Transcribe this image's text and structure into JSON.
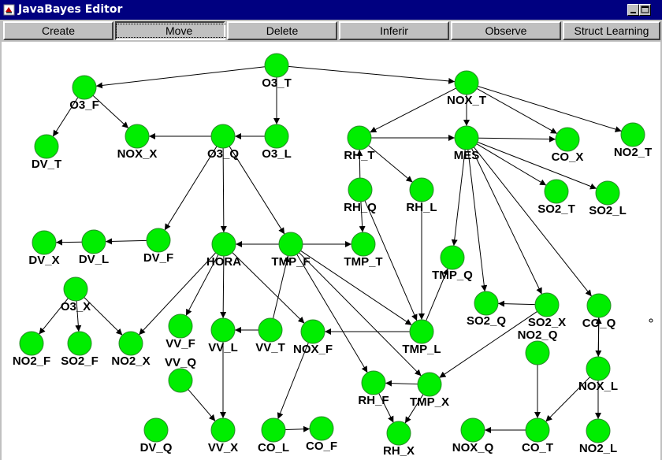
{
  "window": {
    "title": "JavaBayes Editor",
    "controls": [
      "minimize",
      "maximize"
    ]
  },
  "toolbar": {
    "buttons": [
      {
        "id": "create",
        "label": "Create",
        "active": false
      },
      {
        "id": "move",
        "label": "Move",
        "active": true
      },
      {
        "id": "delete",
        "label": "Delete",
        "active": false
      },
      {
        "id": "inferir",
        "label": "Inferir",
        "active": false
      },
      {
        "id": "observe",
        "label": "Observe",
        "active": false
      },
      {
        "id": "struct",
        "label": "Struct Learning",
        "active": false
      }
    ]
  },
  "colors": {
    "node": "#00ee00",
    "title_bar": "#000080",
    "panel": "#c0c0c0"
  },
  "network": {
    "nodes": [
      {
        "id": "O3_T",
        "label": "O3_T"
      },
      {
        "id": "O3_F",
        "label": "O3_F"
      },
      {
        "id": "NOX_T",
        "label": "NOX_T"
      },
      {
        "id": "DV_T",
        "label": "DV_T"
      },
      {
        "id": "NOX_X",
        "label": "NOX_X"
      },
      {
        "id": "O3_Q",
        "label": "O3_Q"
      },
      {
        "id": "O3_L",
        "label": "O3_L"
      },
      {
        "id": "RH_T",
        "label": "RH_T"
      },
      {
        "id": "MES",
        "label": "MES"
      },
      {
        "id": "CO_X",
        "label": "CO_X"
      },
      {
        "id": "NO2_T",
        "label": "NO2_T"
      },
      {
        "id": "RH_Q",
        "label": "RH_Q"
      },
      {
        "id": "RH_L",
        "label": "RH_L"
      },
      {
        "id": "SO2_T",
        "label": "SO2_T"
      },
      {
        "id": "SO2_L",
        "label": "SO2_L"
      },
      {
        "id": "DV_X",
        "label": "DV_X"
      },
      {
        "id": "DV_L",
        "label": "DV_L"
      },
      {
        "id": "DV_F",
        "label": "DV_F"
      },
      {
        "id": "HORA",
        "label": "HORA"
      },
      {
        "id": "TMP_F",
        "label": "TMP_F"
      },
      {
        "id": "TMP_T",
        "label": "TMP_T"
      },
      {
        "id": "TMP_Q",
        "label": "TMP_Q"
      },
      {
        "id": "O3_X",
        "label": "O3_X"
      },
      {
        "id": "SO2_Q",
        "label": "SO2_Q"
      },
      {
        "id": "SO2_X",
        "label": "SO2_X"
      },
      {
        "id": "CO_Q",
        "label": "CO_Q"
      },
      {
        "id": "NO2_F",
        "label": "NO2_F"
      },
      {
        "id": "SO2_F",
        "label": "SO2_F"
      },
      {
        "id": "NO2_X",
        "label": "NO2_X"
      },
      {
        "id": "VV_F",
        "label": "VV_F"
      },
      {
        "id": "VV_L",
        "label": "VV_L"
      },
      {
        "id": "VV_T",
        "label": "VV_T"
      },
      {
        "id": "NOX_F",
        "label": "NOX_F"
      },
      {
        "id": "TMP_L",
        "label": "TMP_L"
      },
      {
        "id": "NO2_Q",
        "label": "NO2_Q"
      },
      {
        "id": "NOX_L",
        "label": "NOX_L"
      },
      {
        "id": "VV_Q",
        "label": "VV_Q"
      },
      {
        "id": "RH_F",
        "label": "RH_F"
      },
      {
        "id": "TMP_X",
        "label": "TMP_X"
      },
      {
        "id": "DV_Q",
        "label": "DV_Q"
      },
      {
        "id": "VV_X",
        "label": "VV_X"
      },
      {
        "id": "CO_L",
        "label": "CO_L"
      },
      {
        "id": "CO_F",
        "label": "CO_F"
      },
      {
        "id": "RH_X",
        "label": "RH_X"
      },
      {
        "id": "NOX_Q",
        "label": "NOX_Q"
      },
      {
        "id": "CO_T",
        "label": "CO_T"
      },
      {
        "id": "NO2_L",
        "label": "NO2_L"
      }
    ],
    "edges": [
      [
        "O3_T",
        "O3_F"
      ],
      [
        "O3_T",
        "NOX_T"
      ],
      [
        "O3_T",
        "O3_L"
      ],
      [
        "O3_F",
        "DV_T"
      ],
      [
        "O3_F",
        "NOX_X"
      ],
      [
        "O3_Q",
        "NOX_X"
      ],
      [
        "O3_L",
        "O3_Q"
      ],
      [
        "NOX_T",
        "RH_T"
      ],
      [
        "NOX_T",
        "MES"
      ],
      [
        "NOX_T",
        "CO_X"
      ],
      [
        "NOX_T",
        "NO2_T"
      ],
      [
        "RH_T",
        "MES"
      ],
      [
        "RH_T",
        "RH_L"
      ],
      [
        "MES",
        "CO_X"
      ],
      [
        "MES",
        "SO2_T"
      ],
      [
        "MES",
        "SO2_L"
      ],
      [
        "MES",
        "TMP_Q"
      ],
      [
        "MES",
        "SO2_Q"
      ],
      [
        "MES",
        "SO2_X"
      ],
      [
        "MES",
        "CO_Q"
      ],
      [
        "RH_Q",
        "RH_T"
      ],
      [
        "RH_Q",
        "TMP_T"
      ],
      [
        "RH_Q",
        "TMP_L"
      ],
      [
        "O3_Q",
        "DV_F"
      ],
      [
        "O3_Q",
        "HORA"
      ],
      [
        "O3_Q",
        "TMP_F"
      ],
      [
        "DV_F",
        "DV_L"
      ],
      [
        "DV_L",
        "DV_X"
      ],
      [
        "TMP_F",
        "HORA"
      ],
      [
        "TMP_F",
        "TMP_T"
      ],
      [
        "TMP_F",
        "TMP_L"
      ],
      [
        "TMP_F",
        "RH_F"
      ],
      [
        "TMP_F",
        "TMP_X"
      ],
      [
        "HORA",
        "NO2_X"
      ],
      [
        "HORA",
        "VV_F"
      ],
      [
        "HORA",
        "VV_L"
      ],
      [
        "HORA",
        "NOX_F"
      ],
      [
        "O3_X",
        "NO2_F"
      ],
      [
        "O3_X",
        "SO2_F"
      ],
      [
        "O3_X",
        "NO2_X"
      ],
      [
        "VV_T",
        "VV_L"
      ],
      [
        "VV_T",
        "TMP_F"
      ],
      [
        "TMP_L",
        "NOX_F"
      ],
      [
        "TMP_L",
        "TMP_Q"
      ],
      [
        "RH_L",
        "TMP_L"
      ],
      [
        "SO2_X",
        "SO2_Q"
      ],
      [
        "SO2_X",
        "TMP_X"
      ],
      [
        "NOX_F",
        "CO_L"
      ],
      [
        "VV_L",
        "VV_X"
      ],
      [
        "VV_Q",
        "VV_X"
      ],
      [
        "TMP_X",
        "RH_F"
      ],
      [
        "TMP_X",
        "RH_X"
      ],
      [
        "RH_F",
        "RH_X"
      ],
      [
        "CO_L",
        "CO_F"
      ],
      [
        "NO2_Q",
        "CO_T"
      ],
      [
        "NOX_L",
        "CO_T"
      ],
      [
        "NOX_L",
        "CO_Q"
      ],
      [
        "CO_Q",
        "NOX_L"
      ],
      [
        "NOX_L",
        "NO2_L"
      ],
      [
        "CO_T",
        "NOX_Q"
      ]
    ]
  }
}
